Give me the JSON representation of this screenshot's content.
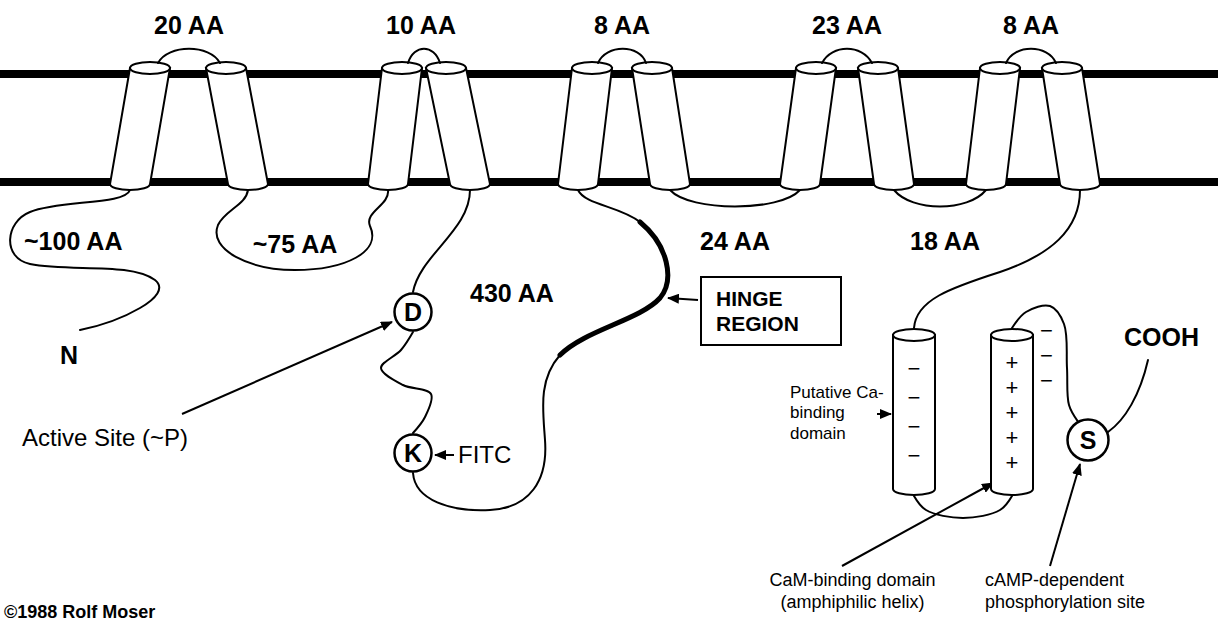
{
  "diagram": {
    "nodes": [
      {
        "text": [
          "D"
        ]
      },
      {
        "text": [
          "K"
        ]
      },
      {
        "text": [
          "HINGE REGION"
        ]
      },
      {
        "text": [
          "− − − −"
        ]
      },
      {
        "text": [
          "+ + + + +"
        ]
      },
      {
        "text": [
          "S"
        ]
      }
    ],
    "edges": [
      {
        "from": 0,
        "to": 1,
        "arrow": "none"
      },
      {
        "from": 3,
        "to": 4,
        "arrow": "none"
      },
      {
        "from": 4,
        "to": 5,
        "arrow": "none"
      }
    ],
    "labels": [
      "20 AA",
      "10 AA",
      "8 AA",
      "23 AA",
      "8 AA",
      "~100 AA",
      "~75 AA",
      "430 AA",
      "24 AA",
      "18 AA",
      "N",
      "COOH",
      "Active Site (~P)",
      "FITC",
      "Putative Ca-binding domain",
      "CaM-binding domain (amphiphilic helix)",
      "cAMP-dependent phosphorylation site",
      "−",
      "−",
      "−",
      "©1988 Rolf Moser"
    ]
  }
}
